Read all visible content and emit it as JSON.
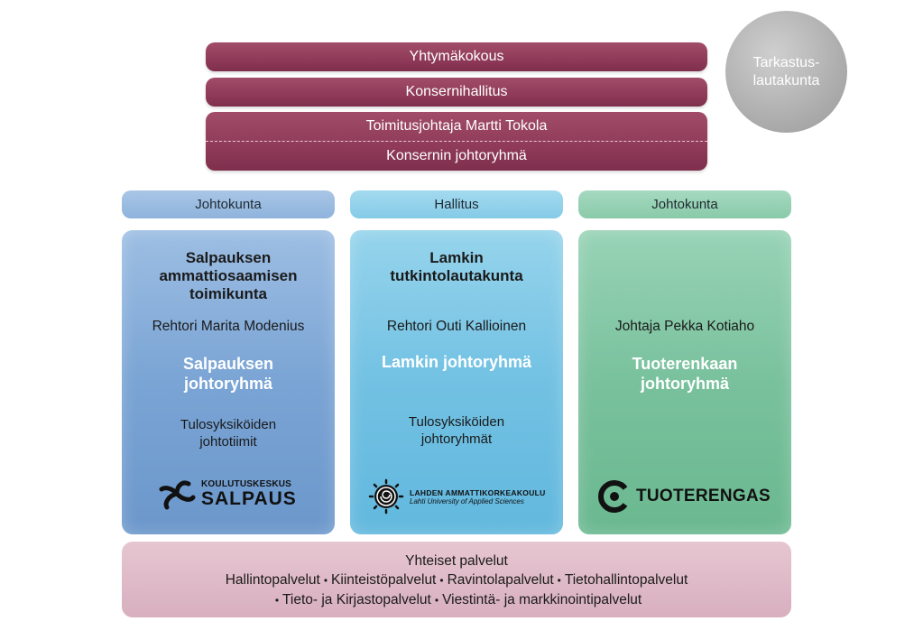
{
  "top": {
    "assembly": "Yhtymäkokous",
    "board": "Konsernihallitus",
    "ceo": "Toimitusjohtaja Martti Tokola",
    "mgmt_group": "Konsernin johtoryhmä"
  },
  "audit": {
    "line1": "Tarkastus-",
    "line2": "lautakunta"
  },
  "columns": [
    {
      "pill": "Johtokunta",
      "heading": [
        "Salpauksen",
        "ammattiosaamisen",
        "toimikunta"
      ],
      "leader": "Rehtori Marita Modenius",
      "group": [
        "Salpauksen",
        "johtoryhmä"
      ],
      "units": [
        "Tulosyksiköiden",
        "johtotiimit"
      ],
      "logo_top": "KOULUTUSKESKUS",
      "logo_main": "SALPAUS",
      "logo_icon": "salpaus-swirl-icon"
    },
    {
      "pill": "Hallitus",
      "heading": [
        "Lamkin",
        "tutkintolautakunta"
      ],
      "leader": "Rehtori Outi Kallioinen",
      "group": [
        "Lamkin johtoryhmä"
      ],
      "units": [
        "Tulosyksiköiden",
        "johtoryhmät"
      ],
      "logo_main": "LAHDEN AMMATTIKORKEAKOULU",
      "logo_sub": "Lahti University of Applied Sciences",
      "logo_icon": "lamk-sun-icon"
    },
    {
      "pill": "Johtokunta",
      "leader": "Johtaja Pekka Kotiaho",
      "group": [
        "Tuoterenkaan",
        "johtoryhmä"
      ],
      "logo_main": "TUOTERENGAS",
      "logo_icon": "tuoterengas-ring-icon"
    }
  ],
  "shared": {
    "title": "Yhteiset palvelut",
    "items": [
      "Hallintopalvelut",
      "Kiinteistöpalvelut",
      "Ravintolapalvelut",
      "Tietohallintopalvelut",
      "Tieto- ja Kirjastopalvelut",
      "Viestintä- ja markkinointipalvelut"
    ]
  },
  "colors": {
    "top_bars": "#8f3a58",
    "audit_circle": "#a9a9a9",
    "salpaus": "#7aa4d4",
    "lamk": "#72c1e3",
    "tuoterengas": "#79c19d",
    "shared": "#d8afbf"
  }
}
